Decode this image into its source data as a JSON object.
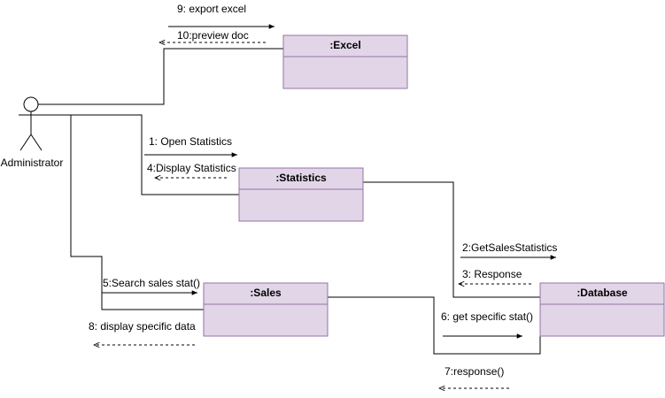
{
  "actor": {
    "label": "Administrator"
  },
  "objects": {
    "excel": ":Excel",
    "statistics": ":Statistics",
    "sales": ":Sales",
    "database": ":Database"
  },
  "messages": {
    "m1": "1: Open Statistics",
    "m2": "2:GetSalesStatistics",
    "m3": "3: Response",
    "m4": "4:Display Statistics",
    "m5": "5:Search sales stat()",
    "m6": "6: get specific stat()",
    "m7": "7:response()",
    "m8": "8: display specific data",
    "m9": "9: export excel",
    "m10": "10:preview doc"
  },
  "colors": {
    "object_fill": "#e1d5e7",
    "object_stroke": "#9673a6",
    "line": "#000000"
  }
}
